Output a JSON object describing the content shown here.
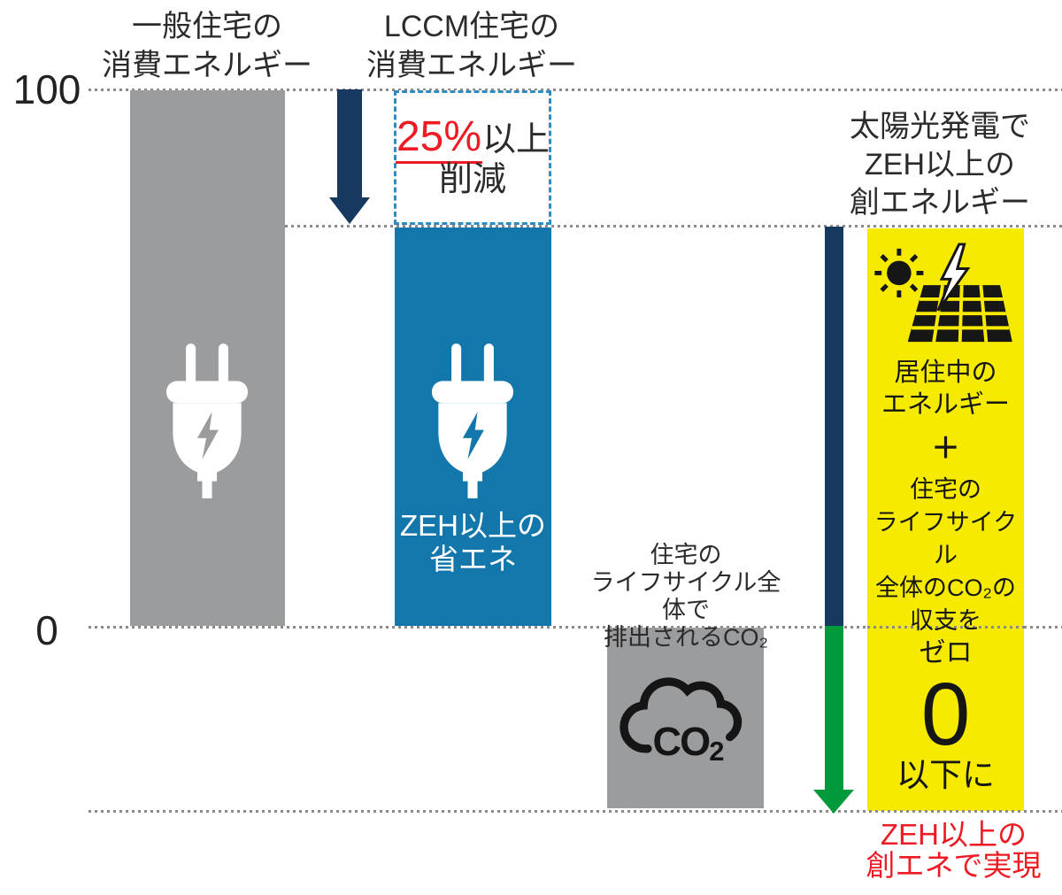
{
  "chart_data": {
    "type": "bar",
    "title": "LCCM住宅のエネルギー・CO₂収支の概念図",
    "categories": [
      "一般住宅の消費エネルギー",
      "LCCM住宅の消費エネルギー",
      "住宅のライフサイクル全体で排出されるCO₂",
      "太陽光発電でZEH以上の創エネルギー"
    ],
    "series": [
      {
        "name": "一般住宅の消費エネルギー",
        "range": [
          0,
          100
        ],
        "color": "#9b9c9e"
      },
      {
        "name": "LCCM住宅の消費エネルギー",
        "range": [
          0,
          75
        ],
        "color": "#1377ab"
      },
      {
        "name": "住宅のライフサイクル全体で排出されるCO₂",
        "range": [
          -34,
          0
        ],
        "color": "#9b9c9e"
      },
      {
        "name": "太陽光発電でZEH以上の創エネルギー",
        "range": [
          -34,
          75
        ],
        "color": "#f6eb00"
      }
    ],
    "yticks": [
      100,
      0
    ],
    "ylim": [
      -34,
      100
    ],
    "gridlines": [
      100,
      75,
      0,
      -34
    ],
    "grid_style": "dotted",
    "annotations": [
      "25%以上削減",
      "ZEH以上の省エネ",
      "居住中のエネルギー＋住宅のライフサイクル全体のCO₂の収支をゼロ0以下に",
      "ZEH以上の創エネで実現"
    ]
  },
  "axis": {
    "v100": "100",
    "v0": "0"
  },
  "general": {
    "title1": "一般住宅の",
    "title2": "消費エネルギー"
  },
  "lccm": {
    "title1": "LCCM住宅の",
    "title2": "消費エネルギー",
    "pct": "25%",
    "pct_suffix": "以上",
    "reduce": "削減",
    "bar_label1": "ZEH以上の",
    "bar_label2": "省エネ"
  },
  "co2": {
    "label1": "住宅の",
    "label2": "ライフサイクル全体で",
    "label3": "排出されるCO₂",
    "icon_text": "CO",
    "icon_sub": "2"
  },
  "solar": {
    "title1": "太陽光発電で",
    "title2": "ZEH以上の",
    "title3": "創エネルギー",
    "body1": "居住中の",
    "body2": "エネルギー",
    "plus": "＋",
    "body3": "住宅の",
    "body4": "ライフサイクル",
    "body5": "全体のCO₂の",
    "body6": "収支を",
    "zero_kana": "ゼロ",
    "zero_digit": "0",
    "zero_suffix": "以下に",
    "caption1": "ZEH以上の",
    "caption2": "創エネで実現"
  },
  "colors": {
    "gray": "#9b9c9e",
    "navy": "#17395f",
    "blue": "#1377ab",
    "dashed_blue": "#2e8cc3",
    "yellow": "#f6eb00",
    "green": "#009a3c",
    "red": "#ed1c24",
    "dot_gray": "#8a8a8a"
  }
}
